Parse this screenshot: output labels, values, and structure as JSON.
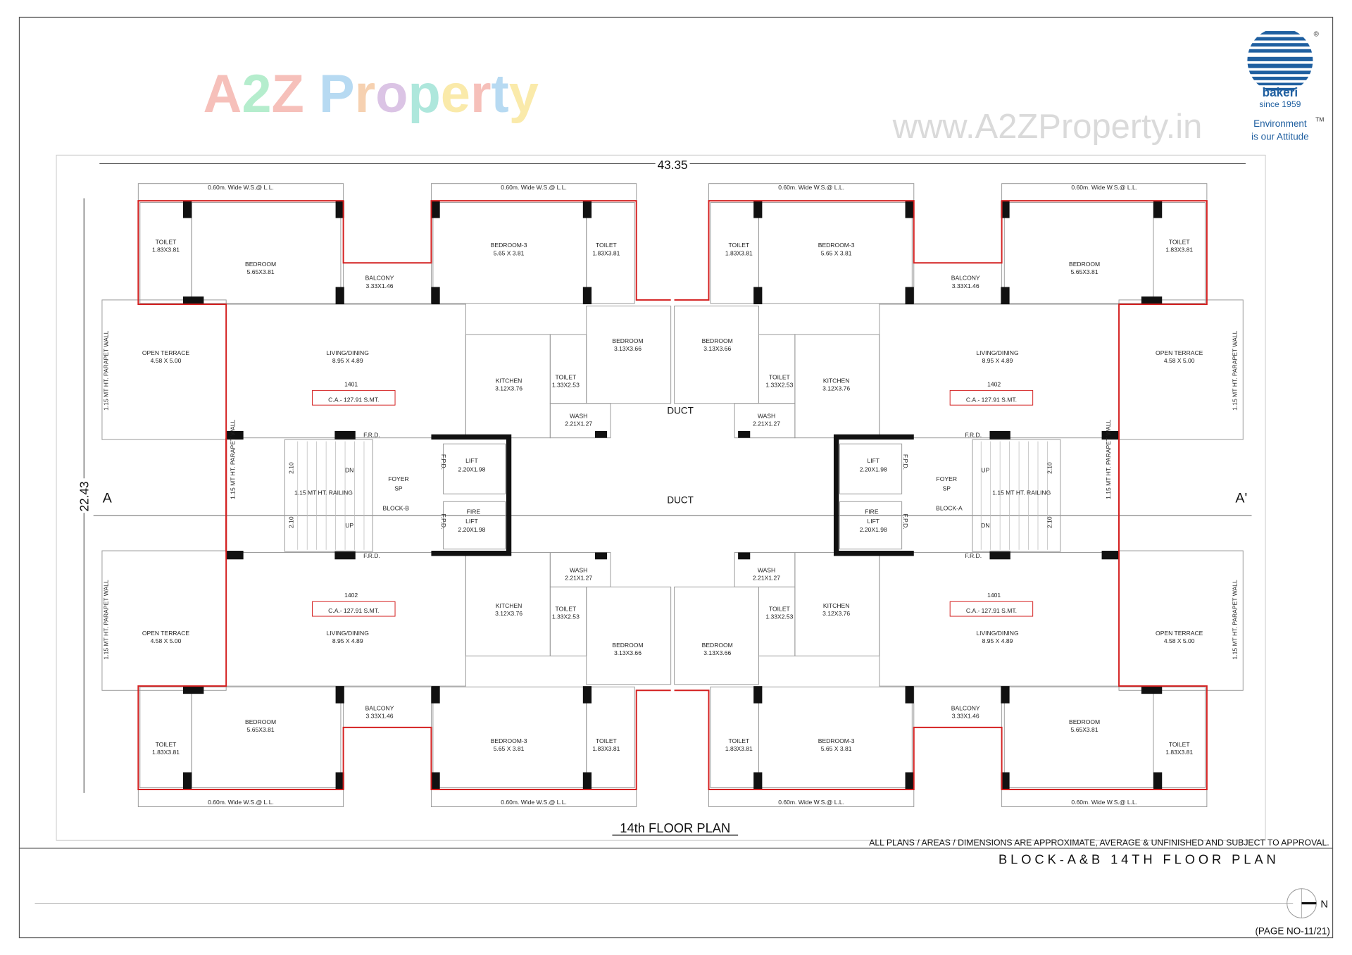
{
  "brand": {
    "name": "bakeri",
    "since": "since 1959",
    "tagline_1": "Environment",
    "tagline_2": "is our Attitude",
    "tm": "TM",
    "registered": "®",
    "color": "#1f5fa0"
  },
  "watermark": {
    "url": "www.A2ZProperty.in",
    "logo_text": "A2Z Property"
  },
  "dimensions": {
    "overall_width": "43.35",
    "overall_depth": "22.43"
  },
  "section_marks": {
    "left": "A",
    "right": "A'"
  },
  "common_labels": {
    "ws_ledge": "0.60m. Wide W.S.@ L.L.",
    "parapet": "1.15 MT HT. PARAPET WALL",
    "duct": "DUCT"
  },
  "units": [
    {
      "quadrant": "top-left",
      "block": "BLOCK-B",
      "number": "1401",
      "carpet_area": "C.A.- 127.91 S.MT.",
      "rooms": [
        {
          "name": "TOILET",
          "size": "1.83X3.81"
        },
        {
          "name": "BEDROOM",
          "size": "5.65X3.81"
        },
        {
          "name": "BALCONY",
          "size": "3.33X1.46"
        },
        {
          "name": "BEDROOM-3",
          "size": "5.65 X 3.81"
        },
        {
          "name": "TOILET",
          "size": "1.83X3.81"
        },
        {
          "name": "OPEN TERRACE",
          "size": "4.58 X 5.00"
        },
        {
          "name": "LIVING/DINING",
          "size": "8.95 X 4.89"
        },
        {
          "name": "KITCHEN",
          "size": "3.12X3.76"
        },
        {
          "name": "TOILET",
          "size": "1.33X2.53"
        },
        {
          "name": "BEDROOM",
          "size": "3.13X3.66"
        },
        {
          "name": "WASH",
          "size": "2.21X1.27"
        }
      ]
    },
    {
      "quadrant": "top-right",
      "block": "BLOCK-A",
      "number": "1402",
      "carpet_area": "C.A.- 127.91 S.MT.",
      "rooms": [
        {
          "name": "TOILET",
          "size": "1.83X3.81"
        },
        {
          "name": "BEDROOM",
          "size": "5.65X3.81"
        },
        {
          "name": "BALCONY",
          "size": "3.33X1.46"
        },
        {
          "name": "BEDROOM-3",
          "size": "5.65 X 3.81"
        },
        {
          "name": "TOILET",
          "size": "1.83X3.81"
        },
        {
          "name": "OPEN TERRACE",
          "size": "4.58 X 5.00"
        },
        {
          "name": "LIVING/DINING",
          "size": "8.95 X 4.89"
        },
        {
          "name": "KITCHEN",
          "size": "3.12X3.76"
        },
        {
          "name": "TOILET",
          "size": "1.33X2.53"
        },
        {
          "name": "BEDROOM",
          "size": "3.13X3.66"
        },
        {
          "name": "WASH",
          "size": "2.21X1.27"
        }
      ]
    },
    {
      "quadrant": "bottom-left",
      "block": "BLOCK-B",
      "number": "1402",
      "carpet_area": "C.A.- 127.91 S.MT.",
      "rooms": [
        {
          "name": "TOILET",
          "size": "1.83X3.81"
        },
        {
          "name": "BEDROOM",
          "size": "5.65X3.81"
        },
        {
          "name": "BALCONY",
          "size": "3.33X1.46"
        },
        {
          "name": "BEDROOM-3",
          "size": "5.65 X 3.81"
        },
        {
          "name": "TOILET",
          "size": "1.83X3.81"
        },
        {
          "name": "OPEN TERRACE",
          "size": "4.58 X 5.00"
        },
        {
          "name": "LIVING/DINING",
          "size": "8.95 X 4.89"
        },
        {
          "name": "KITCHEN",
          "size": "3.12X3.76"
        },
        {
          "name": "TOILET",
          "size": "1.33X2.53"
        },
        {
          "name": "BEDROOM",
          "size": "3.13X3.66"
        },
        {
          "name": "WASH",
          "size": "2.21X1.27"
        }
      ]
    },
    {
      "quadrant": "bottom-right",
      "block": "BLOCK-A",
      "number": "1401",
      "carpet_area": "C.A.- 127.91 S.MT.",
      "rooms": [
        {
          "name": "TOILET",
          "size": "1.83X3.81"
        },
        {
          "name": "BEDROOM",
          "size": "5.65X3.81"
        },
        {
          "name": "BALCONY",
          "size": "3.33X1.46"
        },
        {
          "name": "BEDROOM-3",
          "size": "5.65 X 3.81"
        },
        {
          "name": "TOILET",
          "size": "1.83X3.81"
        },
        {
          "name": "OPEN TERRACE",
          "size": "4.58 X 5.00"
        },
        {
          "name": "LIVING/DINING",
          "size": "8.95 X 4.89"
        },
        {
          "name": "KITCHEN",
          "size": "3.12X3.76"
        },
        {
          "name": "TOILET",
          "size": "1.33X2.53"
        },
        {
          "name": "BEDROOM",
          "size": "3.13X3.66"
        },
        {
          "name": "WASH",
          "size": "2.21X1.27"
        }
      ]
    }
  ],
  "cores": [
    {
      "side": "left",
      "block": "BLOCK-B",
      "foyer": "FOYER",
      "sp": "SP",
      "lift": "LIFT",
      "lift_size": "2.20X1.98",
      "fire_lift_1": "FIRE",
      "fire_lift_2": "LIFT",
      "fire_lift_size": "2.20X1.98",
      "dn": "DN",
      "up": "UP",
      "railing": "1.15 MT HT. RAILING",
      "stair_width": "2.10",
      "frd": "F.R.D.",
      "fpd": "F.P.D."
    },
    {
      "side": "right",
      "block": "BLOCK-A",
      "foyer": "FOYER",
      "sp": "SP",
      "lift": "LIFT",
      "lift_size": "2.20X1.98",
      "fire_lift_1": "FIRE",
      "fire_lift_2": "LIFT",
      "fire_lift_size": "2.20X1.98",
      "dn": "DN",
      "up": "UP",
      "railing": "1.15 MT HT. RAILING",
      "stair_width": "2.10",
      "frd": "F.R.D.",
      "fpd": "F.P.D."
    }
  ],
  "plan_title": "14th FLOOR PLAN",
  "footer": {
    "disclaimer": "ALL PLANS / AREAS / DIMENSIONS  ARE  APPROXIMATE, AVERAGE & UNFINISHED AND SUBJECT TO APPROVAL.",
    "sheet_title": "BLOCK-A&B 14TH FLOOR PLAN",
    "north": "N",
    "page_no": "(PAGE NO-11/21)"
  },
  "colors": {
    "unit_outline": "#d42020",
    "block_label": "#d42020",
    "wall": "#111111",
    "room_line": "#9a9a9a"
  }
}
